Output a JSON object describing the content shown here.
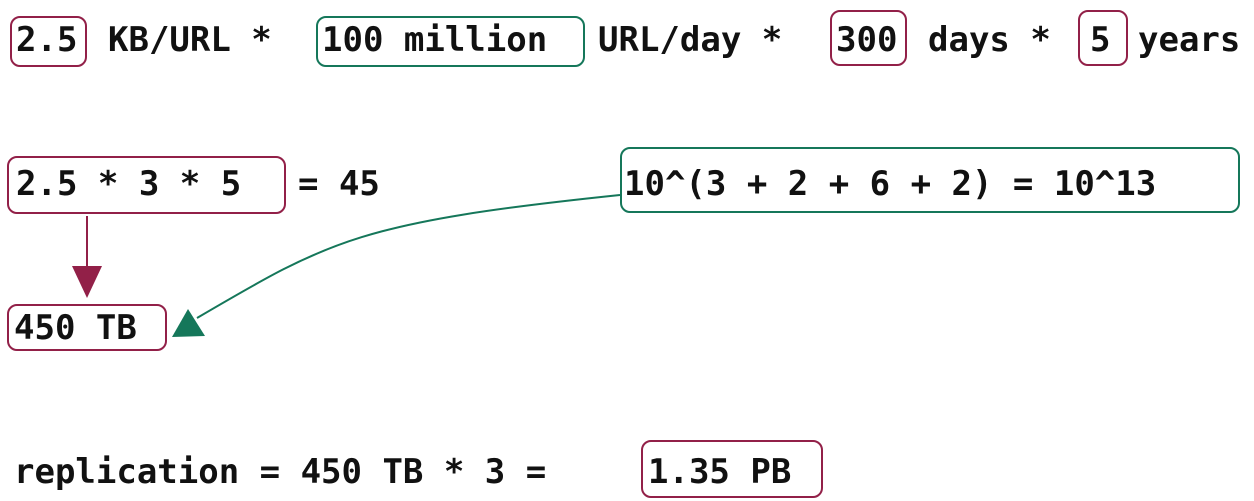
{
  "row1": {
    "size_value": "2.5",
    "size_unit": "KB/URL *",
    "urls_value": "100 million",
    "urls_unit": "URL/day *",
    "days_value": "300",
    "days_unit": "days *",
    "years_value": "5",
    "years_unit": "years"
  },
  "row2": {
    "product_expr": "2.5 * 3 * 5",
    "product_result": "= 45",
    "power_expr": "10^(3 + 2 + 6 + 2) = 10^13"
  },
  "row3": {
    "total": "450 TB"
  },
  "row4": {
    "replication_expr": "replication = 450 TB * 3 =",
    "replication_result": "1.35 PB"
  },
  "colors": {
    "maroon": "#922048",
    "green": "#15775a"
  }
}
